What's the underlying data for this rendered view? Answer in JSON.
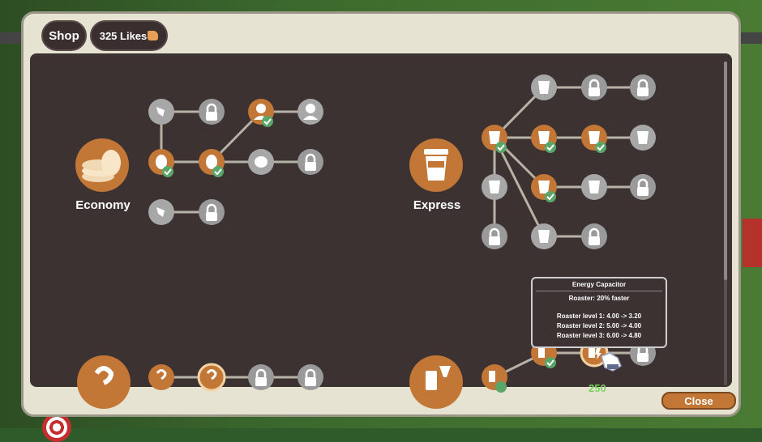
{
  "header": {
    "shop_label": "Shop",
    "likes_label": "325 Likes"
  },
  "categories": [
    {
      "label": "Economy"
    },
    {
      "label": "Express"
    }
  ],
  "tooltip": {
    "title": "Energy Capacitor",
    "subtitle": "Roaster: 20% faster",
    "lines": [
      "Roaster level 1: 4.00 -> 3.20",
      "Roaster level 2: 5.00 -> 4.00",
      "Roaster level 3: 6.00 -> 4.80"
    ]
  },
  "upgrade_cost": "250",
  "footer": {
    "close_label": "Close"
  },
  "colors": {
    "accent": "#c27736",
    "panel": "#e6e3d2",
    "inner": "#3c3232",
    "locked": "#9a9a9a",
    "owned_check": "#5aa66a",
    "cost_text": "#7ad35f"
  }
}
